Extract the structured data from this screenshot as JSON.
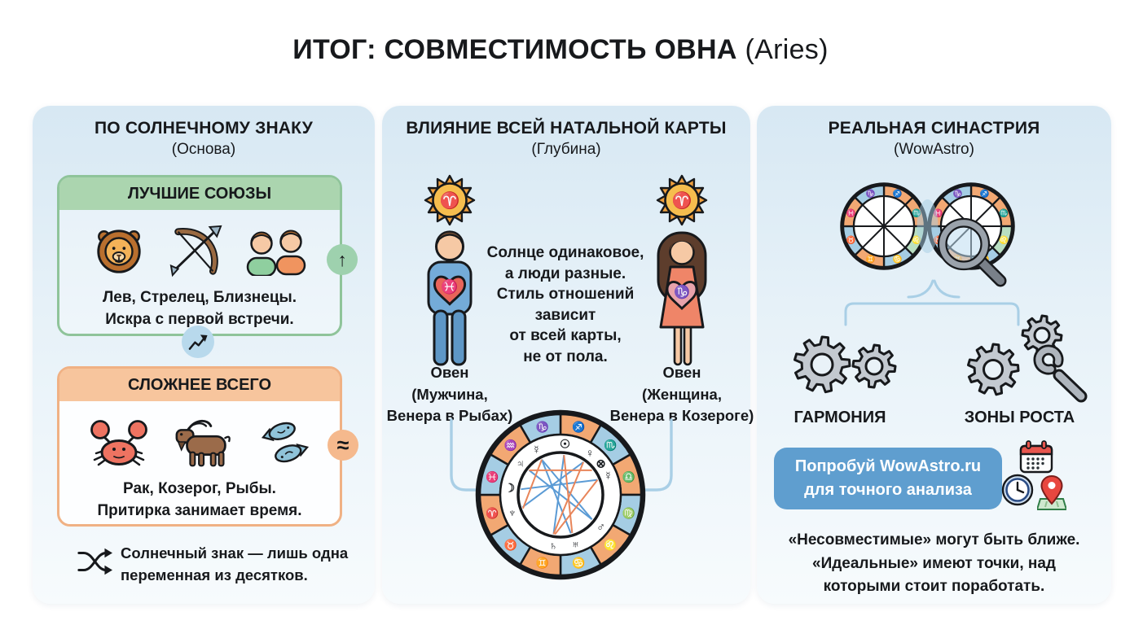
{
  "title": {
    "main": "ИТОГ: СОВМЕСТИМОСТЬ ОВНА",
    "suffix": "(Aries)"
  },
  "sun_sign_panel": {
    "title": "ПО СОЛНЕЧНОМУ ЗНАКУ",
    "subtitle": "(Основа)",
    "best_header": "ЛУЧШИЕ СОЮЗЫ",
    "best_line1": "Лев, Стрелец, Близнецы.",
    "best_line2": "Искра с первой встречи.",
    "best_badge": "↑",
    "hard_header": "СЛОЖНЕЕ ВСЕГО",
    "hard_line1": "Рак, Козерог, Рыбы.",
    "hard_line2": "Притирка занимает время.",
    "hard_badge": "≈",
    "note_line1": "Солнечный знак — лишь одна",
    "note_line2": "переменная из десятков."
  },
  "natal_panel": {
    "title": "ВЛИЯНИЕ ВСЕЙ НАТАЛЬНОЙ КАРТЫ",
    "subtitle": "(Глубина)",
    "sun_glyph": "♈",
    "man_heart_glyph": "♓",
    "woman_heart_glyph": "♑",
    "center_lines": [
      "Солнце одинаковое,",
      "а люди разные.",
      "Стиль отношений",
      "зависит",
      "от всей карты,",
      "не от пола."
    ],
    "man_label": [
      "Овен",
      "(Мужчина,",
      "Венера в Рыбах)"
    ],
    "woman_label": [
      "Овен",
      "(Женщина,",
      "Венера в Козероге)"
    ],
    "wheel": {
      "zodiac_clockwise_from_top": [
        "♐",
        "♏",
        "♎",
        "♍",
        "♌",
        "♋",
        "♊",
        "♉",
        "♈",
        "♓",
        "♒",
        "♑"
      ],
      "planets": [
        {
          "g": "☿",
          "d": -28
        },
        {
          "g": "☉",
          "d": 5
        },
        {
          "g": "♀",
          "d": 35
        },
        {
          "g": "⊗",
          "d": 52
        },
        {
          "g": "☿",
          "d": 68
        },
        {
          "g": "♂",
          "d": 128
        },
        {
          "g": "♅",
          "d": 163
        },
        {
          "g": "♄",
          "d": 188
        },
        {
          "g": "♆",
          "d": 250
        },
        {
          "g": "☽",
          "d": 278
        },
        {
          "g": "♃",
          "d": 308
        }
      ],
      "aspects": {
        "blue": [
          [
            -28,
            128
          ],
          [
            5,
            190
          ],
          [
            35,
            252
          ],
          [
            -28,
            165
          ],
          [
            68,
            278
          ],
          [
            128,
            308
          ]
        ],
        "orange": [
          [
            5,
            163
          ],
          [
            35,
            190
          ],
          [
            -28,
            250
          ],
          [
            52,
            308
          ],
          [
            68,
            188
          ]
        ]
      }
    }
  },
  "synastry_panel": {
    "title": "РЕАЛЬНАЯ СИНАСТРИЯ",
    "subtitle": "(WowAstro)",
    "harmony_label": "ГАРМОНИЯ",
    "growth_label": "ЗОНЫ РОСТА",
    "cta_line1": "Попробуй WowAstro.ru",
    "cta_line2": "для точного анализа",
    "note_lines": [
      "«Несовместимые» могут быть ближе.",
      "«Идеальные» имеют точки, над",
      "которыми стоит поработать."
    ],
    "wheels": {
      "glyphs_clockwise_from_top": [
        "♐",
        "♏",
        "♌",
        "♋",
        "♊",
        "♉",
        "♓",
        "♑"
      ],
      "segment_colors": [
        "orange",
        "orange",
        "green",
        "blue",
        "orange",
        "blue",
        "orange",
        "blue"
      ]
    }
  },
  "colors": {
    "ring_blue": "#a5cde4",
    "ring_orange": "#f2a873",
    "ring_green": "#b9dfc2",
    "aspect_blue": "#5b9bd5",
    "aspect_orange": "#e8855a",
    "accent_button": "#5f9ecf",
    "bracket": "#a9cfe6"
  }
}
